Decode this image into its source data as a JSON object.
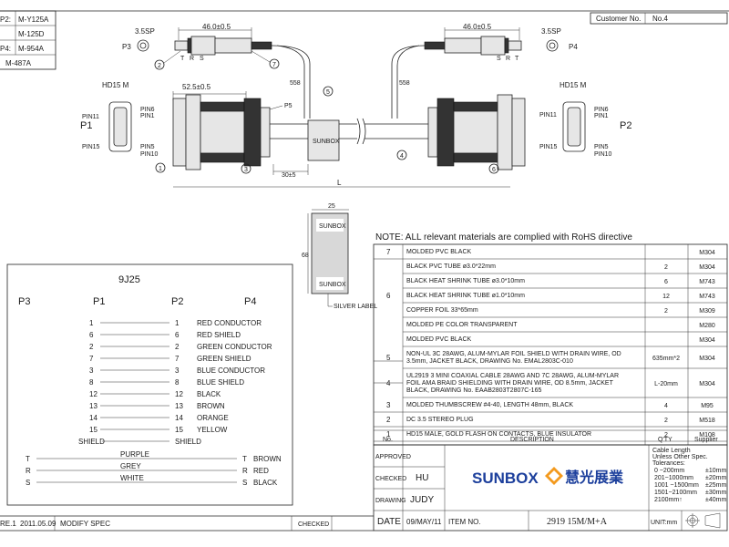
{
  "customer": {
    "label": "Customer No.",
    "value": "No.4"
  },
  "models": {
    "lines": [
      {
        "prefix": "P2:",
        "value": "M-Y125A"
      },
      {
        "prefix": "",
        "value": "M-125D"
      },
      {
        "prefix": "P4:",
        "value": "M-954A"
      },
      {
        "prefix": "",
        "value": "M-487A"
      }
    ]
  },
  "drawing": {
    "plug_left": "3.5SP",
    "plug_right": "3.5SP",
    "p3": "P3",
    "p4": "P4",
    "p1": "P1",
    "p2": "P2",
    "p5": "P5",
    "hd15_left": "HD15 M",
    "hd15_right": "HD15 M",
    "dim_plug_left": "46.0±0.5",
    "dim_plug_right": "46.0±0.5",
    "dim_hd15": "52.5±0.5",
    "dim_558_left": "558",
    "dim_558_right": "558",
    "dim_30": "30±5",
    "dim_L": "L",
    "dim_25": "25",
    "dim_68": "68",
    "trs_left": [
      "T",
      "R",
      "S"
    ],
    "trs_right": [
      "S",
      "R",
      "T"
    ],
    "pin_labels_left": [
      "PIN11",
      "PIN15",
      "PIN6",
      "PIN1",
      "PIN5",
      "PIN10"
    ],
    "pin_labels_right": [
      "PIN11",
      "PIN15",
      "PIN6",
      "PIN1",
      "PIN5",
      "PIN10"
    ],
    "callouts": [
      "1",
      "2",
      "3",
      "4",
      "5",
      "6",
      "7"
    ],
    "silver_label": "SILVER LABEL",
    "label_brand": "SUNBOX",
    "note": "NOTE: ALL relevant materials are complied with RoHS directive"
  },
  "wiring": {
    "title": "9J25",
    "headers": [
      "P3",
      "P1",
      "P2",
      "P4"
    ],
    "rows": [
      {
        "p1": "1",
        "p2": "1",
        "name": "RED CONDUCTOR"
      },
      {
        "p1": "6",
        "p2": "6",
        "name": "RED SHIELD"
      },
      {
        "p1": "2",
        "p2": "2",
        "name": "GREEN CONDUCTOR"
      },
      {
        "p1": "7",
        "p2": "7",
        "name": "GREEN SHIELD"
      },
      {
        "p1": "3",
        "p2": "3",
        "name": "BLUE CONDUCTOR"
      },
      {
        "p1": "8",
        "p2": "8",
        "name": "BLUE SHIELD"
      },
      {
        "p1": "12",
        "p2": "12",
        "name": "BLACK"
      },
      {
        "p1": "13",
        "p2": "13",
        "name": "BROWN"
      },
      {
        "p1": "14",
        "p2": "14",
        "name": "ORANGE"
      },
      {
        "p1": "15",
        "p2": "15",
        "name": "YELLOW"
      },
      {
        "p1": "SHIELD",
        "p2": "SHIELD",
        "name": ""
      }
    ],
    "audio": [
      {
        "p3": "T",
        "color": "PURPLE",
        "p4": "T",
        "p4name": "BROWN"
      },
      {
        "p3": "R",
        "color": "GREY",
        "p4": "R",
        "p4name": "RED"
      },
      {
        "p3": "S",
        "color": "WHITE",
        "p4": "S",
        "p4name": "BLACK"
      }
    ]
  },
  "bom": {
    "headers": [
      "No.",
      "DESCRIPTION",
      "Q'TY",
      "Supplier"
    ],
    "rows": [
      {
        "no": "7",
        "desc": "MOLDED PVC BLACK",
        "qty": "",
        "sup": "M304"
      },
      {
        "no": "",
        "desc": "BLACK PVC TUBE ø3.0*22mm",
        "qty": "2",
        "sup": "M304"
      },
      {
        "no": "",
        "desc": "BLACK HEAT SHRINK TUBE ø3.0*10mm",
        "qty": "6",
        "sup": "M743"
      },
      {
        "no": "6",
        "desc": "BLACK HEAT SHRINK TUBE ø1.0*10mm",
        "qty": "12",
        "sup": "M743"
      },
      {
        "no": "",
        "desc": "COPPER FOIL 33*65mm",
        "qty": "2",
        "sup": "M309"
      },
      {
        "no": "",
        "desc": "MOLDED PE COLOR TRANSPARENT",
        "qty": "",
        "sup": "M280"
      },
      {
        "no": "",
        "desc": "MOLDED PVC BLACK",
        "qty": "",
        "sup": "M304"
      },
      {
        "no": "5",
        "desc": "NON-UL 3C 28AWG, ALUM-MYLAR FOIL SHIELD WITH DRAIN WIRE, OD 3.5mm, JACKET BLACK, DRAWING No. EMAL2803C-010",
        "qty": "635mm*2",
        "sup": "M304"
      },
      {
        "no": "4",
        "desc": "UL2919 3 MINI COAXIAL CABLE 28AWG AND 7C 28AWG, ALUM-MYLAR FOIL AMA BRAID SHIELDING WITH DRAIN WIRE, OD 8.5mm, JACKET BLACK, DRAWING No. EAAB2803T2807C-165",
        "qty": "L-20mm",
        "sup": "M304"
      },
      {
        "no": "3",
        "desc": "MOLDED THUMBSCREW #4-40, LENGTH 48mm, BLACK",
        "qty": "4",
        "sup": "M95"
      },
      {
        "no": "2",
        "desc": "DC 3.5 STEREO PLUG",
        "qty": "2",
        "sup": "M518"
      },
      {
        "no": "1",
        "desc": "HD15 MALE, GOLD FLASH ON CONTACTS, BLUE INSULATOR",
        "qty": "2",
        "sup": "M108"
      }
    ]
  },
  "title_block": {
    "approved": "APPROVED",
    "checked": "CHECKED",
    "checked_by": "HU",
    "drawing": "DRAWING",
    "drawing_by": "JUDY",
    "date_label": "DATE",
    "date": "09/MAY/11",
    "item_label": "ITEM NO.",
    "item_no": "2919 15M/M+A",
    "unit": "UNIT:mm",
    "brand": "SUNBOX",
    "brand_zh": "慧光展業",
    "tolerance_title": [
      "Cable Length",
      "Unless Other Spec.",
      "Tolerances:"
    ],
    "tolerances": [
      {
        "range": "0 ~200mm",
        "tol": "±10mm"
      },
      {
        "range": "201~1000mm",
        "tol": "±20mm"
      },
      {
        "range": "1001 ~1500mm",
        "tol": "±25mm"
      },
      {
        "range": "1501~2100mm",
        "tol": "±30mm"
      },
      {
        "range": "2100mm↑",
        "tol": "±40mm"
      }
    ]
  },
  "revision": {
    "rev": "RE.1",
    "date": "2011.05.09",
    "desc": "MODIFY SPEC",
    "checked": "CHECKED"
  },
  "colors": {
    "brand_blue": "#1c3f9c",
    "brand_orange": "#f39a1e",
    "line": "#222222"
  }
}
